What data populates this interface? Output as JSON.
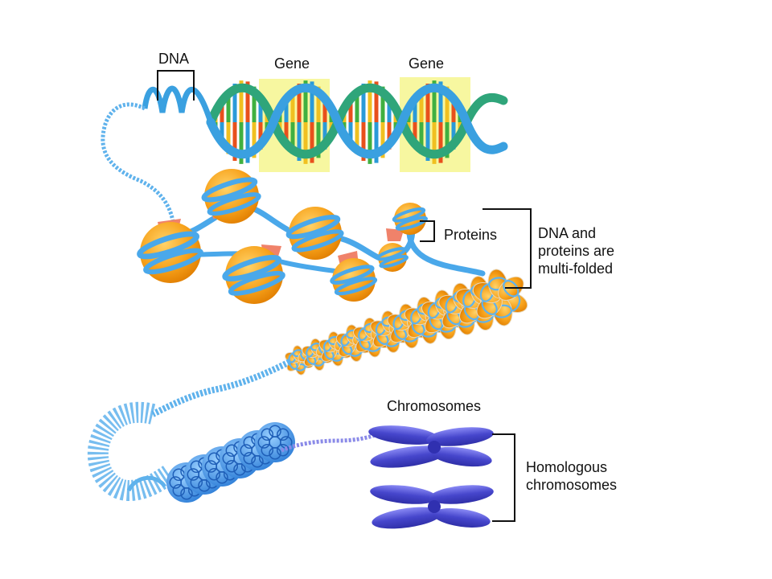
{
  "labels": {
    "dna": "DNA",
    "gene_1": "Gene",
    "gene_2": "Gene",
    "proteins": "Proteins",
    "multi_folded": [
      "DNA and",
      "proteins are",
      "multi-folded"
    ],
    "chromosomes": "Chromosomes",
    "homologous": [
      "Homologous",
      "chromosomes"
    ]
  },
  "colors": {
    "dna_strand": "#3aa0e0",
    "dna_strand_dark": "#1f7fc4",
    "gene_highlight": "#f7f7a0",
    "histone": "#f7a21b",
    "histone_dark": "#e07d00",
    "linker_protein": "#f0826a",
    "fiber": "#5fb2ec",
    "chromosome": "#3f3fc8",
    "chromosome_light": "#7c7cf0",
    "base_pairs": [
      "#f0c020",
      "#e8501c",
      "#40b040",
      "#2a9ad8"
    ],
    "bracket": "#111111"
  }
}
